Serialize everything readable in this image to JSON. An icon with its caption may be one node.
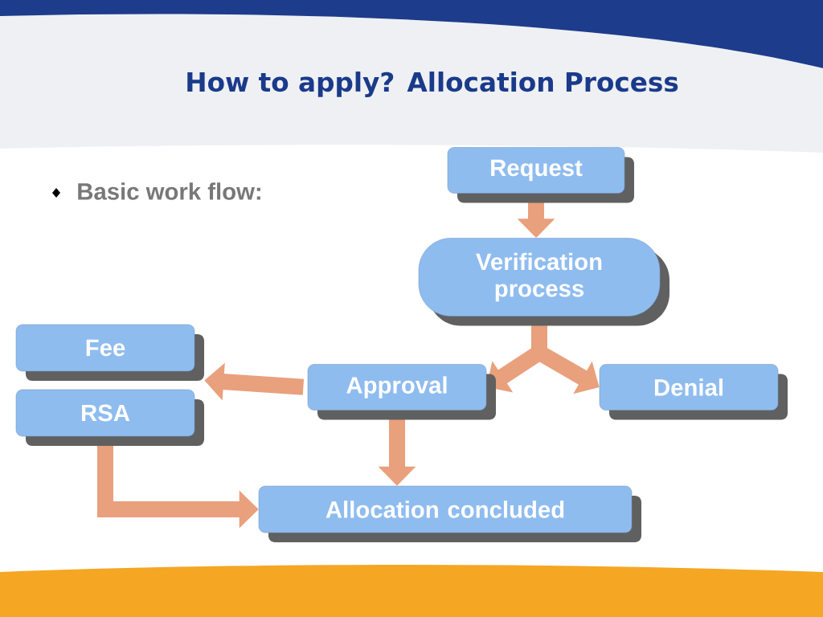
{
  "diagram": {
    "title": "How to apply? Allocation Process",
    "nodes": [
      {
        "text": [
          "Request"
        ]
      },
      {
        "text": [
          "Verification process"
        ]
      },
      {
        "text": [
          "Approval"
        ]
      },
      {
        "text": [
          "Denial"
        ]
      },
      {
        "text": [
          "Fee"
        ]
      },
      {
        "text": [
          "RSA"
        ]
      },
      {
        "text": [
          "Allocation concluded"
        ]
      }
    ],
    "edges": [
      {
        "from": 0,
        "to": 1,
        "arrow": "to"
      },
      {
        "from": 1,
        "to": 2,
        "arrow": "to"
      },
      {
        "from": 1,
        "to": 3,
        "arrow": "to"
      },
      {
        "from": 2,
        "to": 4,
        "arrow": "to"
      },
      {
        "from": 2,
        "to": 5,
        "arrow": "to"
      },
      {
        "from": 2,
        "to": 6,
        "arrow": "to"
      },
      {
        "from": 5,
        "to": 6,
        "arrow": "to"
      }
    ],
    "labels": [
      "Basic work flow:"
    ]
  }
}
